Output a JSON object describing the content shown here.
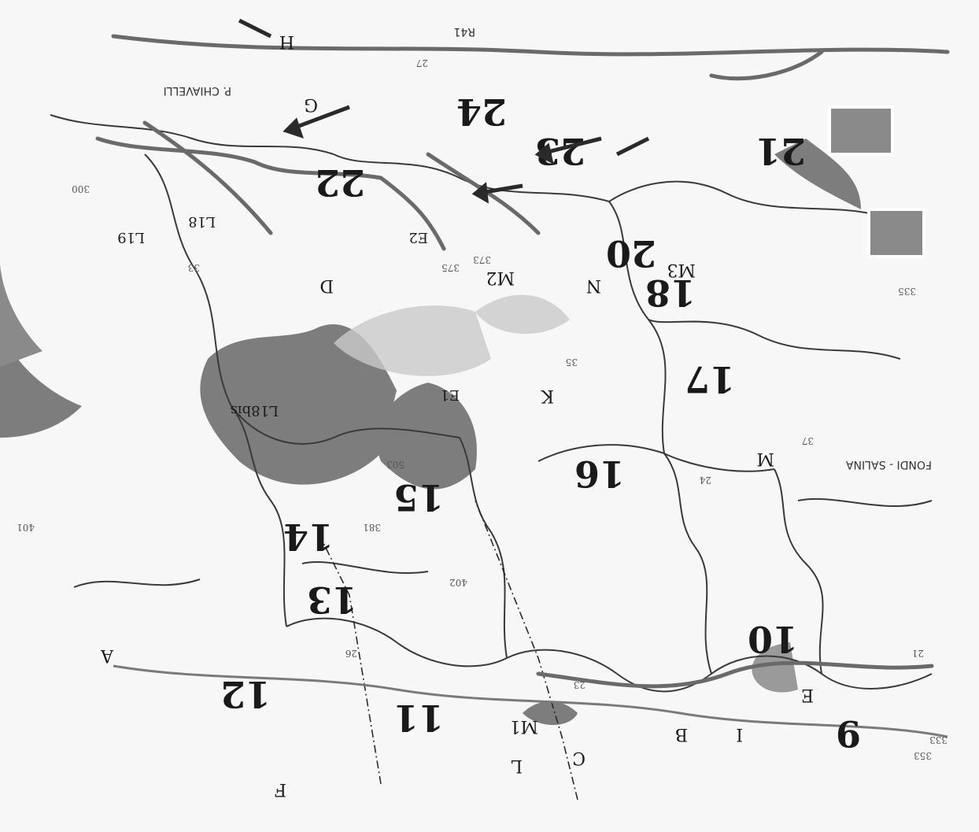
{
  "map": {
    "orientation": "rotated-180",
    "colors": {
      "paper": "#f7f7f7",
      "forest": "#7d7d7d",
      "light_zone": "#c9c9c9",
      "line": "#3a3a3a",
      "road": "#6a6a6a",
      "arrow": "#2a2a2a"
    },
    "road_labels": {
      "r41": "R41",
      "r_south": "FONDI - SALINA",
      "channel": "P. CHIAVELLI"
    },
    "zones": [
      "9",
      "10",
      "11",
      "12",
      "13",
      "14",
      "15",
      "16",
      "17",
      "18",
      "20",
      "21",
      "22",
      "23",
      "24"
    ],
    "sub_labels": {
      "a": "A",
      "b": "B",
      "c": "C",
      "d": "D",
      "e": "E",
      "f": "F",
      "g": "G",
      "h": "H",
      "i": "I",
      "k": "K",
      "l": "L",
      "n": "N",
      "m": "M",
      "m1": "M1",
      "m2": "M2",
      "m3": "M3",
      "l18": "L18",
      "l18bis": "L18bis",
      "l19": "L19",
      "e1": "E1",
      "e2": "E2"
    },
    "numbers": [
      "21",
      "23",
      "24",
      "26",
      "27",
      "33",
      "35",
      "37",
      "300",
      "333",
      "335",
      "353",
      "373",
      "375",
      "381",
      "401",
      "402",
      "503"
    ]
  }
}
